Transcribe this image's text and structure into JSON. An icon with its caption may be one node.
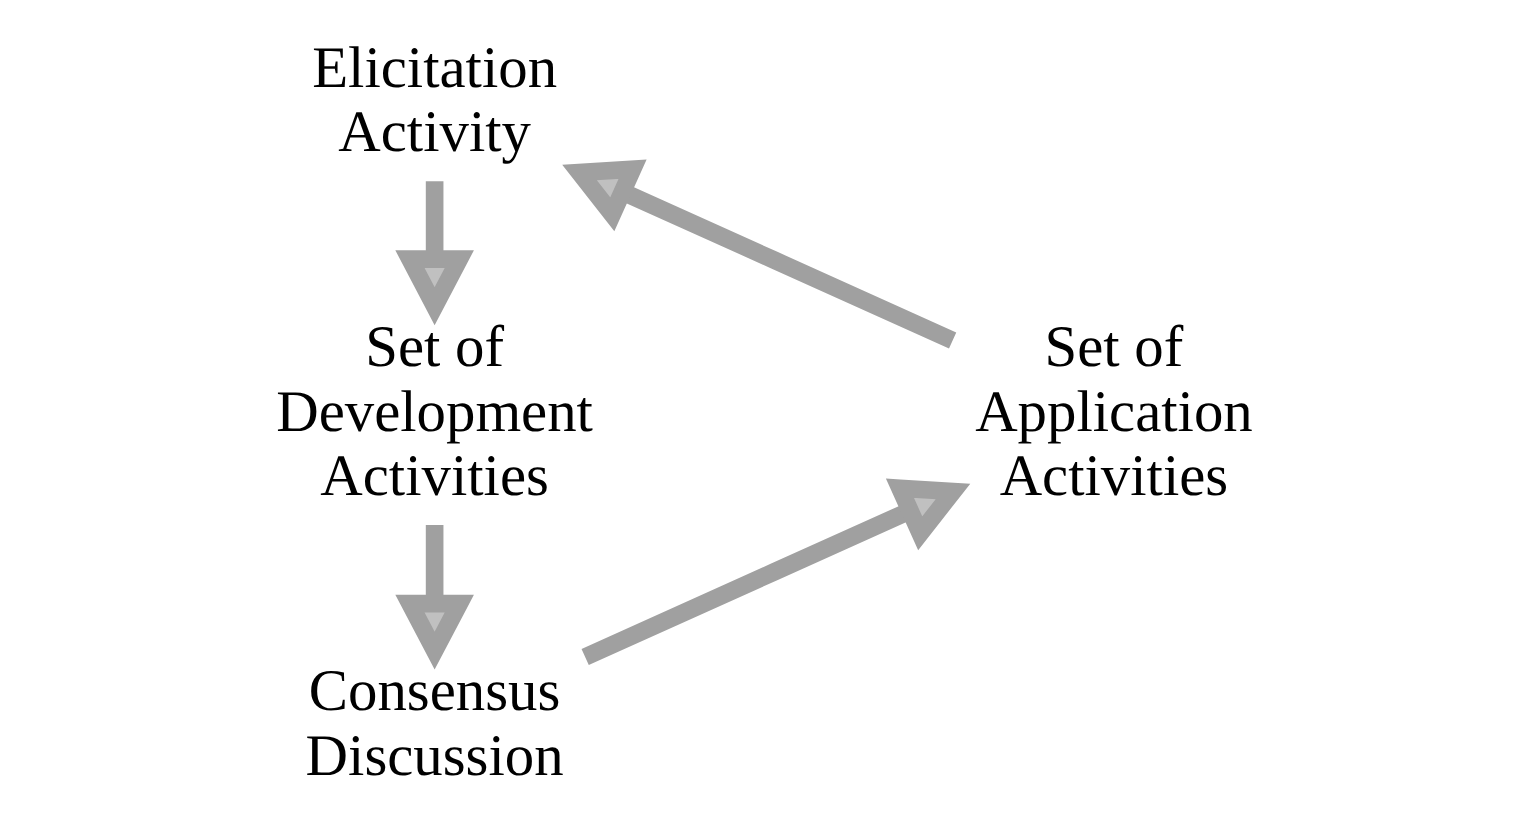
{
  "diagram": {
    "nodes": [
      {
        "text": [
          "Elicitation Activity"
        ]
      },
      {
        "text": [
          "Set of Development Activities"
        ]
      },
      {
        "text": [
          "Consensus Discussion"
        ]
      },
      {
        "text": [
          "Set of Application Activities"
        ]
      }
    ],
    "edges": [
      {
        "from": 0,
        "to": 1,
        "arrow": "to"
      },
      {
        "from": 1,
        "to": 2,
        "arrow": "to"
      },
      {
        "from": 2,
        "to": 3,
        "arrow": "to"
      },
      {
        "from": 3,
        "to": 0,
        "arrow": "to"
      }
    ]
  }
}
